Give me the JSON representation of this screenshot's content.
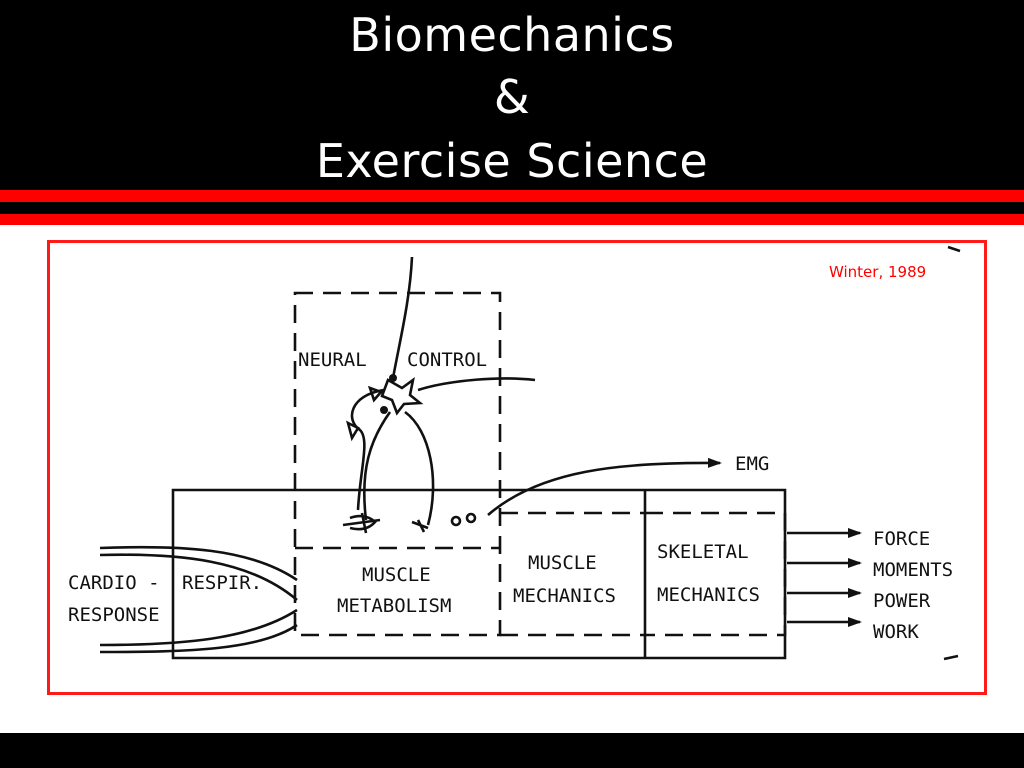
{
  "slide": {
    "title_line1": "Biomechanics",
    "title_line2": "&",
    "title_line3": "Exercise Science",
    "citation": "Winter, 1989"
  },
  "diagram": {
    "neural_label": "NEURAL",
    "control_label": "CONTROL",
    "emg_label": "EMG",
    "cardio_label": "CARDIO -",
    "respir_label": "RESPIR.",
    "response_label": "RESPONSE",
    "muscle_metab_line1": "MUSCLE",
    "muscle_metab_line2": "METABOLISM",
    "muscle_mech_line1": "MUSCLE",
    "muscle_mech_line2": "MECHANICS",
    "skeletal_line1": "SKELETAL",
    "skeletal_line2": "MECHANICS",
    "outputs": [
      "FORCE",
      "MOMENTS",
      "POWER",
      "WORK"
    ]
  },
  "colors": {
    "header_bg": "#000000",
    "title_text": "#ffffff",
    "stripe_red": "#ff0000",
    "frame_border": "#ff1a1a",
    "citation": "#ff0000"
  }
}
